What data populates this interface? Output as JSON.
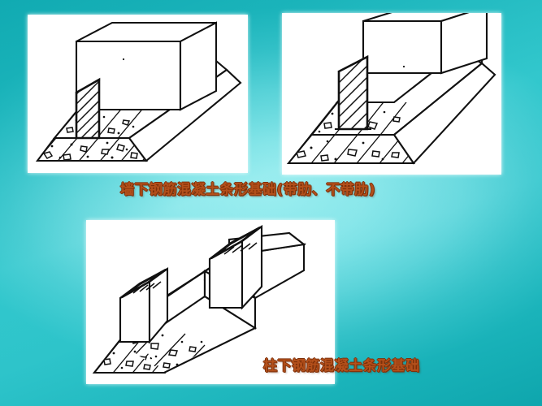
{
  "slide": {
    "background_gradient_from": "#3ecfd4",
    "background_gradient_mid": "#cdf7f8",
    "background_gradient_to": "#37c9ce",
    "panel_background": "#ffffff",
    "line_color": "#111111",
    "caption_color": "#b4501b",
    "caption_outline_color": "#7d2f09"
  },
  "captions": {
    "wall_footing": "墙下钢筋混凝土条形基础(带肋、不带肋)",
    "column_footing": "柱下钢筋混凝土条形基础"
  },
  "figures": [
    {
      "id": "wall-plain",
      "name": "墙下钢筋混凝土条形基础（不带肋）",
      "description": "Isometric drawing of a reinforced-concrete wall strip footing without a rib: hatched wall cross-section rising from a trapezoidal concrete spread footing shown with aggregate stippling.",
      "parts": [
        "wall",
        "wall-section-hatch",
        "tapered-footing",
        "concrete-aggregate-texture"
      ]
    },
    {
      "id": "wall-ribbed",
      "name": "墙下钢筋混凝土条形基础（带肋）",
      "description": "Isometric drawing of a reinforced-concrete wall strip footing with a longitudinal rib: hatched wall cross-section, an intermediate rib beam, and a trapezoidal concrete spread footing with aggregate stippling.",
      "parts": [
        "wall",
        "wall-section-hatch",
        "rib-beam",
        "tapered-footing",
        "concrete-aggregate-texture"
      ]
    },
    {
      "id": "column-strip",
      "name": "柱下钢筋混凝土条形基础",
      "description": "Isometric drawing of a reinforced-concrete strip footing under columns: two columns with hatched top sections sitting on a stepped continuous beam over a trapezoidal concrete footing with aggregate stippling.",
      "parts": [
        "column-front",
        "column-rear",
        "continuous-beam",
        "stepped-beam",
        "tapered-footing",
        "concrete-aggregate-texture"
      ]
    }
  ]
}
